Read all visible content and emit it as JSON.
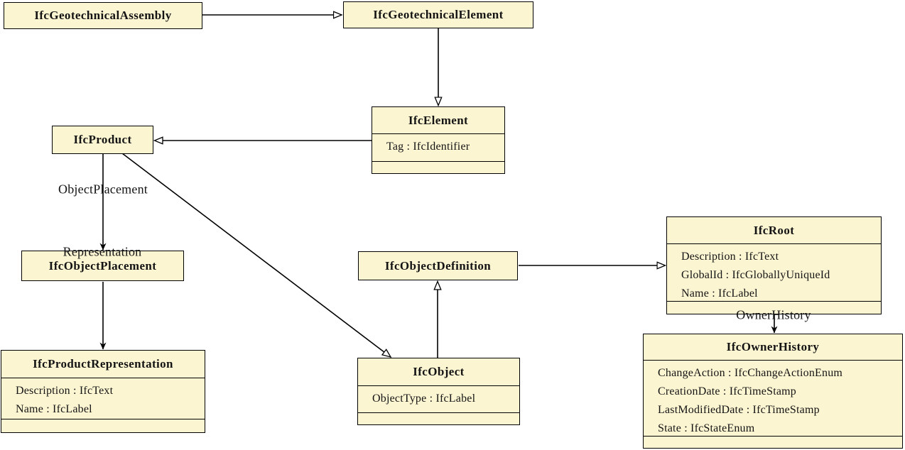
{
  "diagram": {
    "kind": "uml-class-diagram",
    "colors": {
      "class_fill": "#fcf5d2",
      "class_border": "#000000",
      "edge_line": "#000000",
      "background": "#ffffff"
    }
  },
  "classes": [
    {
      "name": "IfcGeotechnicalAssembly",
      "attributes": []
    },
    {
      "name": "IfcGeotechnicalElement",
      "attributes": []
    },
    {
      "name": "IfcElement",
      "attributes": [
        "Tag : IfcIdentifier"
      ]
    },
    {
      "name": "IfcProduct",
      "attributes": []
    },
    {
      "name": "IfcObjectPlacement",
      "attributes": []
    },
    {
      "name": "IfcProductRepresentation",
      "attributes": [
        "Description : IfcText",
        "Name : IfcLabel"
      ]
    },
    {
      "name": "IfcObjectDefinition",
      "attributes": []
    },
    {
      "name": "IfcObject",
      "attributes": [
        "ObjectType : IfcLabel"
      ]
    },
    {
      "name": "IfcRoot",
      "attributes": [
        "Description : IfcText",
        "GlobalId : IfcGloballyUniqueId",
        "Name : IfcLabel"
      ]
    },
    {
      "name": "IfcOwnerHistory",
      "attributes": [
        "ChangeAction : IfcChangeActionEnum",
        "CreationDate : IfcTimeStamp",
        "LastModifiedDate : IfcTimeStamp",
        "State : IfcStateEnum"
      ]
    }
  ],
  "edge_labels": {
    "object_placement": "ObjectPlacement",
    "representation": "Representation",
    "owner_history": "OwnerHistory"
  },
  "relationships": [
    {
      "from": "IfcGeotechnicalAssembly",
      "to": "IfcGeotechnicalElement",
      "type": "generalization"
    },
    {
      "from": "IfcGeotechnicalElement",
      "to": "IfcElement",
      "type": "generalization"
    },
    {
      "from": "IfcElement",
      "to": "IfcProduct",
      "type": "generalization"
    },
    {
      "from": "IfcProduct",
      "to": "IfcObjectPlacement",
      "type": "association",
      "label": "ObjectPlacement"
    },
    {
      "from": "IfcProduct",
      "to": "IfcProductRepresentation",
      "type": "association",
      "label": "Representation"
    },
    {
      "from": "IfcProduct",
      "to": "IfcObject",
      "type": "generalization"
    },
    {
      "from": "IfcObject",
      "to": "IfcObjectDefinition",
      "type": "generalization"
    },
    {
      "from": "IfcObjectDefinition",
      "to": "IfcRoot",
      "type": "generalization"
    },
    {
      "from": "IfcRoot",
      "to": "IfcOwnerHistory",
      "type": "association",
      "label": "OwnerHistory"
    }
  ]
}
